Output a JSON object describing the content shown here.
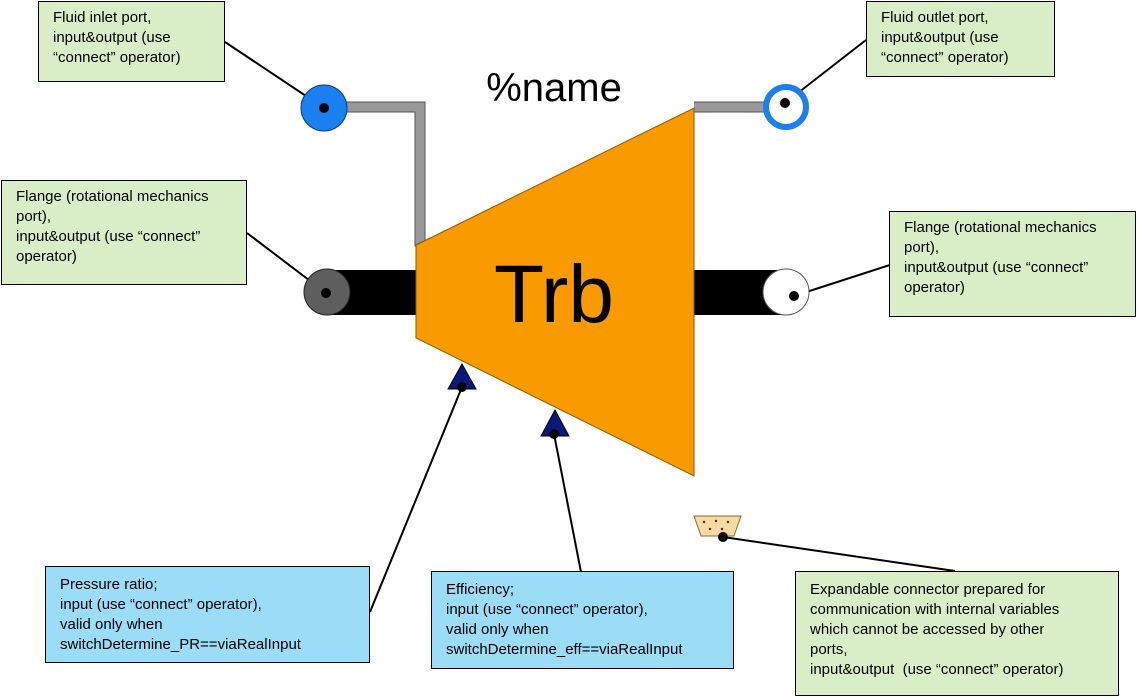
{
  "component": {
    "name_placeholder": "%name",
    "label": "Trb"
  },
  "callouts": {
    "fluid_inlet": "Fluid inlet port,\ninput&output (use\n“connect” operator)",
    "fluid_outlet": "Fluid outlet port,\ninput&output (use\n“connect” operator)",
    "flange_left": "Flange (rotational mechanics\nport),\ninput&output (use “connect”\noperator)",
    "flange_right": "Flange (rotational mechanics\nport),\ninput&output (use “connect”\noperator)",
    "pressure_ratio": "Pressure ratio;\ninput (use “connect” operator),\nvalid only when\nswitchDetermine_PR==viaRealInput",
    "efficiency": "Efficiency;\ninput (use “connect” operator),\nvalid only when\nswitchDetermine_eff==viaRealInput",
    "expandable": "Expandable connector prepared for\ncommunication with internal variables\nwhich cannot be accessed by other\nports,\ninput&output  (use “connect” operator)"
  },
  "colors": {
    "turbine": "#f99a00",
    "pipe": "#999999",
    "shaft": "#000000",
    "inlet_port": "#1a7ff0",
    "outlet_ring": "#1a7ff0",
    "flange_left": "#5e5e5e",
    "flange_right": "#ffffff",
    "signal_input": "#0a1a7a",
    "bus_connector": "#f8d9a0",
    "callout_green": "#d9eec6",
    "callout_blue": "#9bdcf7"
  }
}
